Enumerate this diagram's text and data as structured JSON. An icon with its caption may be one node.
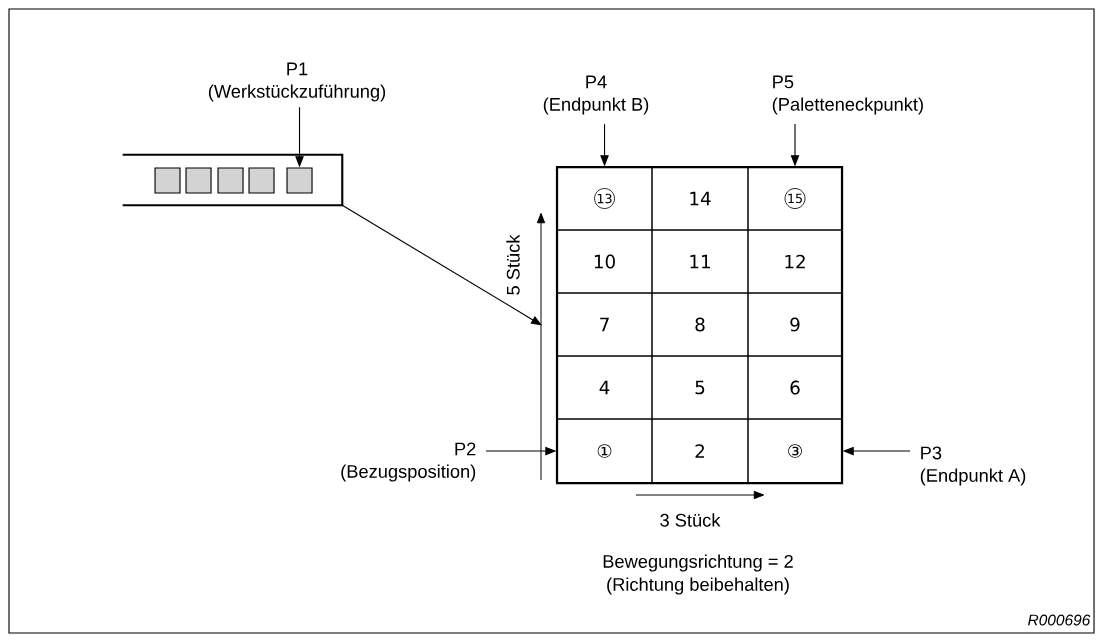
{
  "diagram": {
    "nodes": [
      {
        "text": [
          "P1",
          "(Werkstückzuführung)"
        ]
      },
      {
        "text": [],
        "shape": "box"
      },
      {
        "text": [],
        "shape": "box",
        "in": 1
      },
      {
        "text": [],
        "shape": "box",
        "in": 1
      },
      {
        "text": [],
        "shape": "box",
        "in": 1
      },
      {
        "text": [],
        "shape": "box",
        "in": 1
      },
      {
        "text": [],
        "shape": "box",
        "in": 1
      },
      {
        "text": [
          "P4",
          "(Endpunkt B)"
        ]
      },
      {
        "text": [
          "P5",
          "(Paletteneckpunkt)"
        ]
      },
      {
        "text": [],
        "shape": "box"
      },
      {
        "text": [
          "13"
        ],
        "in": 9
      },
      {
        "text": [
          "14"
        ],
        "in": 9
      },
      {
        "text": [
          "15"
        ],
        "in": 9
      },
      {
        "text": [
          "10"
        ],
        "in": 9
      },
      {
        "text": [
          "11"
        ],
        "in": 9
      },
      {
        "text": [
          "12"
        ],
        "in": 9
      },
      {
        "text": [
          "7"
        ],
        "in": 9
      },
      {
        "text": [
          "8"
        ],
        "in": 9
      },
      {
        "text": [
          "9"
        ],
        "in": 9
      },
      {
        "text": [
          "4"
        ],
        "in": 9
      },
      {
        "text": [
          "5"
        ],
        "in": 9
      },
      {
        "text": [
          "6"
        ],
        "in": 9
      },
      {
        "text": [
          "①"
        ],
        "in": 9
      },
      {
        "text": [
          "2"
        ],
        "in": 9
      },
      {
        "text": [
          "③"
        ],
        "in": 9
      },
      {
        "text": [
          "P2",
          "(Bezugsposition)"
        ]
      },
      {
        "text": [
          "P3",
          "(Endpunkt A)"
        ]
      }
    ],
    "edges": [
      {
        "from": 0,
        "to": 6,
        "arrow": "to"
      },
      {
        "from": 1,
        "to": 16,
        "arrow": "to"
      },
      {
        "from": 7,
        "to": 10,
        "arrow": "to"
      },
      {
        "from": 8,
        "to": 12,
        "arrow": "to"
      },
      {
        "from": 25,
        "to": 22,
        "arrow": "to"
      },
      {
        "from": 26,
        "to": 24,
        "arrow": "to"
      }
    ],
    "labels": [
      "5 Stück",
      "3 Stück",
      "Bewegungsrichtung = 2",
      "(Richtung beibehalten)",
      "R000696"
    ]
  }
}
